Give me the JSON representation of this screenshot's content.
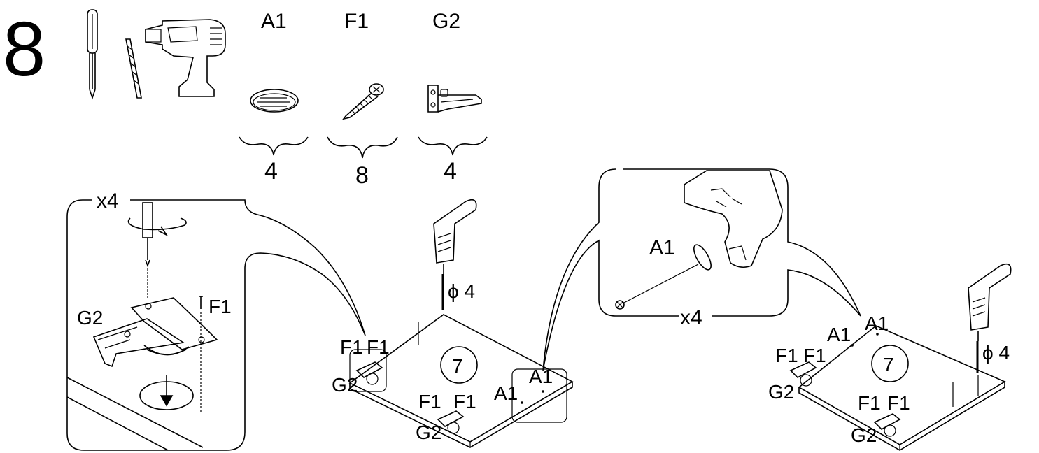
{
  "step": {
    "number": "8"
  },
  "parts": [
    {
      "code": "A1",
      "quantity": "4",
      "icon": "cap-icon"
    },
    {
      "code": "F1",
      "quantity": "8",
      "icon": "screw-icon"
    },
    {
      "code": "G2",
      "quantity": "4",
      "icon": "hinge-icon"
    }
  ],
  "tools": [
    "screwdriver-icon",
    "drill-bit-icon",
    "power-drill-icon"
  ],
  "detail_left": {
    "repeat": "x4",
    "hinge_label": "G2",
    "screw_label": "F1"
  },
  "detail_right": {
    "repeat": "x4",
    "cap_label": "A1"
  },
  "board_center": {
    "panel_number": "7",
    "drill_label": "ϕ 4",
    "labels_top_left": [
      "F1",
      "F1"
    ],
    "hinge_top_left": "G2",
    "labels_bottom": [
      "F1",
      "F1"
    ],
    "hinge_bottom": "G2",
    "cap_labels": [
      "A1",
      "A1"
    ]
  },
  "board_right": {
    "panel_number": "7",
    "drill_label": "ϕ 4",
    "cap_labels": [
      "A1",
      "A1"
    ],
    "labels_top_left": [
      "F1",
      "F1"
    ],
    "hinge_top_left": "G2",
    "labels_bottom": [
      "F1",
      "F1"
    ],
    "hinge_bottom": "G2"
  }
}
